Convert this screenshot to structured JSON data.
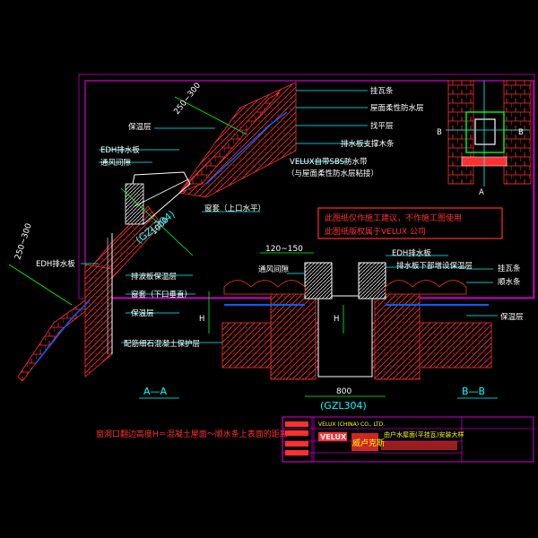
{
  "colors": {
    "background": "#000000",
    "frame": "#ff00ff",
    "concrete": "#ff3030",
    "dimension": "#00ff00",
    "leader": "#00ffff",
    "insulation": "#0060ff",
    "note": "#ffffff",
    "title_block": "#ff00ff"
  },
  "labels": {
    "left": {
      "insulation_top": "保温层",
      "dim_top": "250~300",
      "edh_board_1": "EDH排水板",
      "ventilation": "通风间隙",
      "dim_left": "250~300",
      "edh_board_2": "EDH排水板",
      "window_sill_upper": "窗套（上口水平）",
      "dim_1000": "1000",
      "model": "(GZL304)",
      "flashing_insulation": "排波板保温层",
      "window_sill_lower": "窗套（下口垂直）",
      "insulation_left": "保温层",
      "fine_concrete": "配筋细石混凝土保护层",
      "section": "A—A",
      "note": "窗洞口翻边高度H＝混凝土屋面～顺水条上表面的距离"
    },
    "right": {
      "tile": "挂瓦条",
      "waterproof": "屋面柔性防水层",
      "support": "找平层",
      "drainage_strip": "排水板支撑木条",
      "velux_sbs": "VELUX自带SBS防水带",
      "velux_sbs_sub": "（与屋面柔性防水层粘接）",
      "notice_1": "此图纸仅作施工建议，不作施工图使用",
      "notice_2": "此图纸版权属于VELUX  公司",
      "dim_120": "120~150",
      "edh_board_3": "EDH排水板",
      "vent_gap": "通风间隙",
      "drain_insulation": "排水板下部增设保温层",
      "tile_strip": "挂瓦条",
      "counter_batten": "顺水条",
      "insulation": "保温层",
      "h_label": "H",
      "dim_800": "800",
      "model": "(GZL304)",
      "section": "B—B",
      "mark_a": "A",
      "mark_b_left": "B",
      "mark_b_right": "B"
    },
    "title_block": {
      "company": "VELUX",
      "company_cn": "威卢克斯",
      "subtitle": "VELUX (CHINA) CO., LTD.",
      "drawing_title": "由户水屋面(平挂瓦)安装大样"
    }
  }
}
